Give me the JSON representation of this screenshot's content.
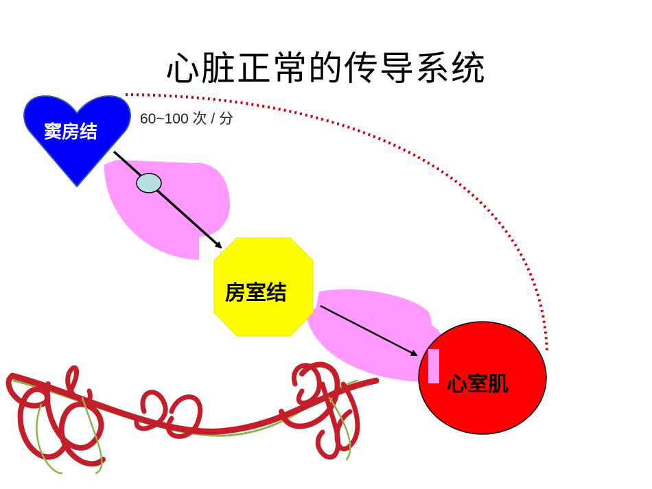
{
  "title": "心脏正常的传导系统",
  "rate_label": "60~100 次 / 分",
  "nodes": {
    "sa_node": "窦房结",
    "av_node": "房室结",
    "ventricle": "心室肌"
  },
  "colors": {
    "sa_node": "#0000ff",
    "av_node": "#ffff00",
    "ventricle": "#ff0000",
    "pathway": "#ff99ff",
    "dashed_arc": "#cc0000",
    "impulse": "#b8dde0",
    "ribbon": "#c41e2a",
    "ribbon_accent": "#8db34a"
  }
}
